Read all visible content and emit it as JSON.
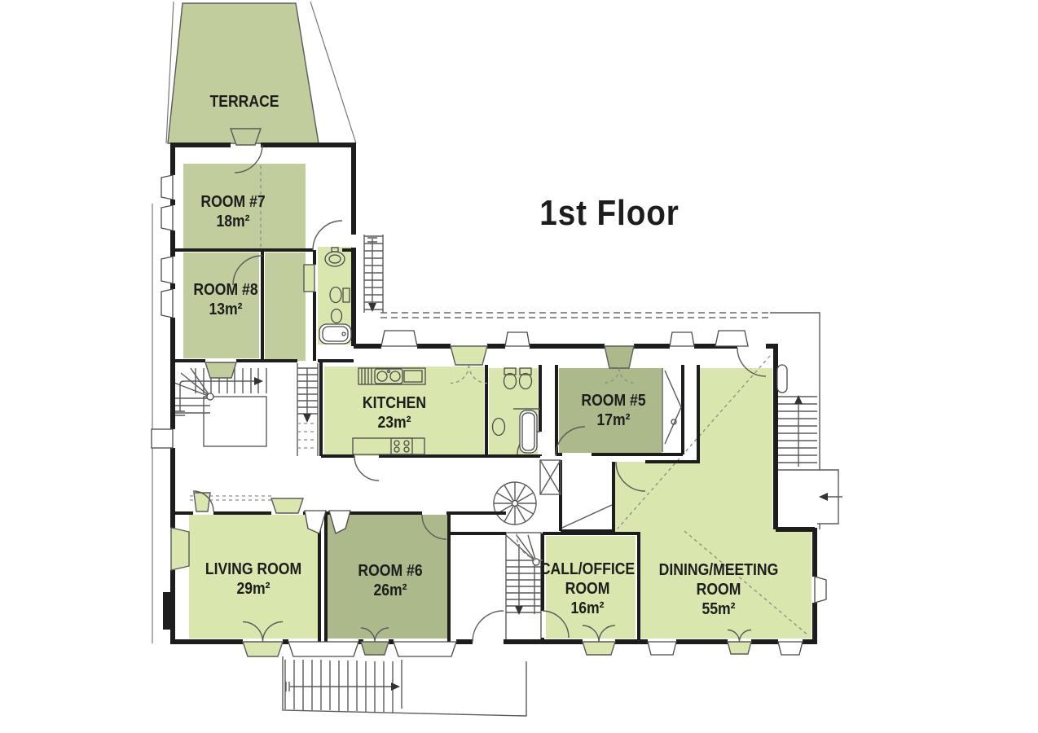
{
  "title": "1st Floor",
  "colors": {
    "light": "#d9e6ae",
    "sage": "#c1cd9d",
    "dark": "#abb98b",
    "wall": "#1d1d1d",
    "line": "#5a5a5a"
  },
  "rooms": {
    "terrace": {
      "name": "TERRACE"
    },
    "room7": {
      "name": "ROOM #7",
      "area": "18m²"
    },
    "room8": {
      "name": "ROOM #8",
      "area": "13m²"
    },
    "kitchen": {
      "name": "KITCHEN",
      "area": "23m²"
    },
    "room5": {
      "name": "ROOM #5",
      "area": "17m²"
    },
    "living": {
      "name": "LIVING ROOM",
      "area": "29m²"
    },
    "room6": {
      "name": "ROOM #6",
      "area": "26m²"
    },
    "call_office": {
      "name_line1": "CALL/OFFICE",
      "name_line2": "ROOM",
      "area": "16m²"
    },
    "dining": {
      "name_line1": "DINING/MEETING",
      "name_line2": "ROOM",
      "area": "55m²"
    }
  }
}
